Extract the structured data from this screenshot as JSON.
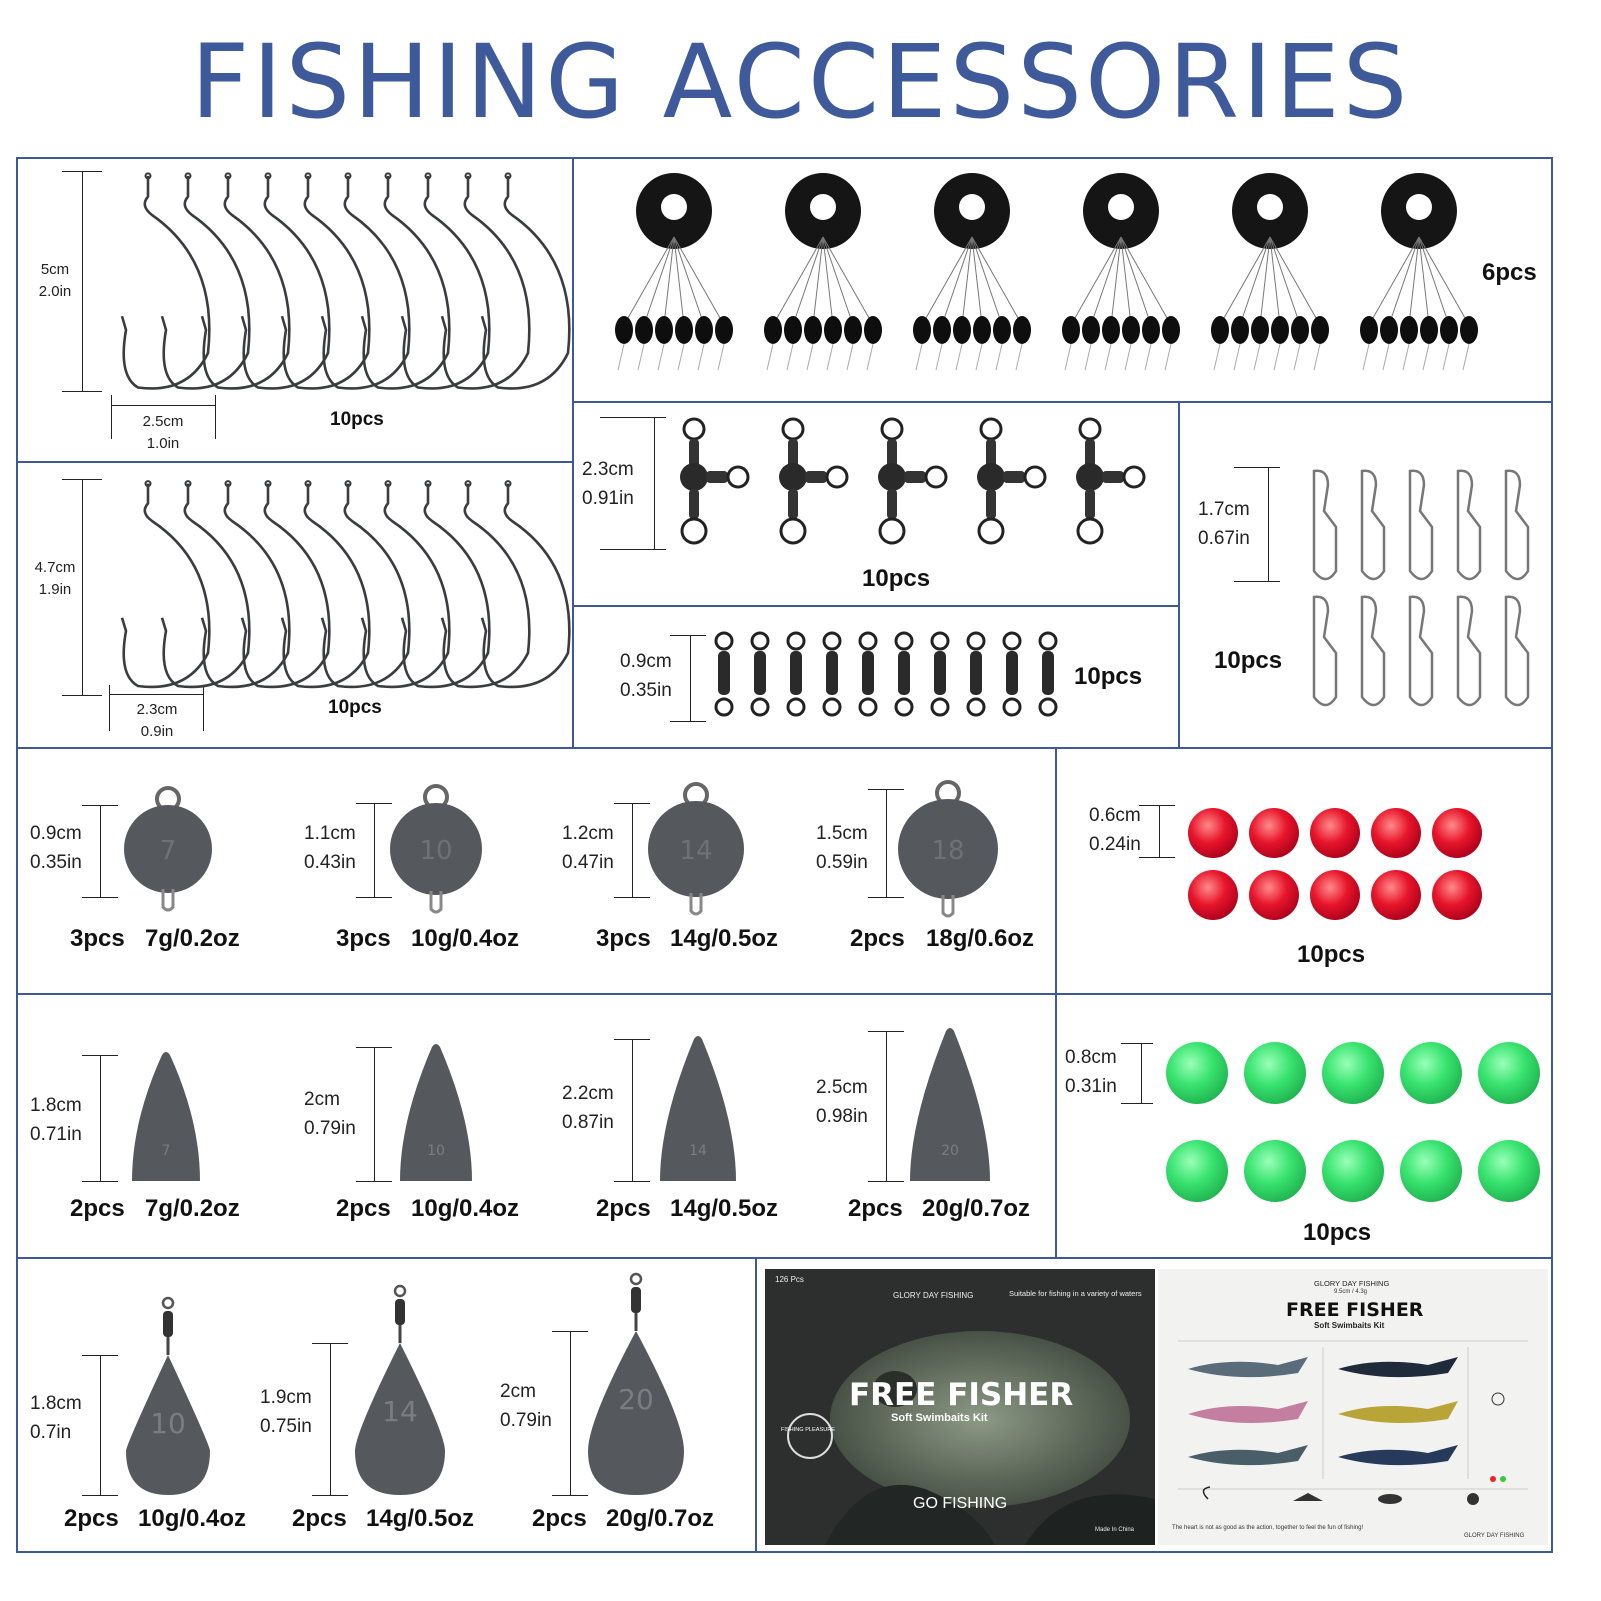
{
  "title": "FISHING ACCESSORIES",
  "colors": {
    "border": "#3f5897",
    "title": "#3e5a9a",
    "red_bead": "#e8152b",
    "green_bead": "#38e36f",
    "lead": "#55585c"
  },
  "hooks_top": {
    "count": "10pcs",
    "height_cm": "5cm",
    "height_in": "2.0in",
    "width_cm": "2.5cm",
    "width_in": "1.0in"
  },
  "hooks_bottom": {
    "count": "10pcs",
    "height_cm": "4.7cm",
    "height_in": "1.9in",
    "width_cm": "2.3cm",
    "width_in": "0.9in"
  },
  "stoppers": {
    "count": "6pcs"
  },
  "three_way_swivels": {
    "count": "10pcs",
    "size_cm": "2.3cm",
    "size_in": "0.91in"
  },
  "rolling_swivels": {
    "count": "10pcs",
    "size_cm": "0.9cm",
    "size_in": "0.35in"
  },
  "snaps": {
    "count": "10pcs",
    "size_cm": "1.7cm",
    "size_in": "0.67in"
  },
  "cheburashka": [
    {
      "count": "3pcs",
      "weight": "7g/0.2oz",
      "size_cm": "0.9cm",
      "size_in": "0.35in",
      "mark": "7"
    },
    {
      "count": "3pcs",
      "weight": "10g/0.4oz",
      "size_cm": "1.1cm",
      "size_in": "0.43in",
      "mark": "10"
    },
    {
      "count": "3pcs",
      "weight": "14g/0.5oz",
      "size_cm": "1.2cm",
      "size_in": "0.47in",
      "mark": "14"
    },
    {
      "count": "2pcs",
      "weight": "18g/0.6oz",
      "size_cm": "1.5cm",
      "size_in": "0.59in",
      "mark": "18"
    }
  ],
  "red_beads": {
    "count": "10pcs",
    "size_cm": "0.6cm",
    "size_in": "0.24in"
  },
  "bullet_weights": [
    {
      "count": "2pcs",
      "weight": "7g/0.2oz",
      "size_cm": "1.8cm",
      "size_in": "0.71in",
      "mark": "7"
    },
    {
      "count": "2pcs",
      "weight": "10g/0.4oz",
      "size_cm": "2cm",
      "size_in": "0.79in",
      "mark": "10"
    },
    {
      "count": "2pcs",
      "weight": "14g/0.5oz",
      "size_cm": "2.2cm",
      "size_in": "0.87in",
      "mark": "14"
    },
    {
      "count": "2pcs",
      "weight": "20g/0.7oz",
      "size_cm": "2.5cm",
      "size_in": "0.98in",
      "mark": "20"
    }
  ],
  "green_beads": {
    "count": "10pcs",
    "size_cm": "0.8cm",
    "size_in": "0.31in"
  },
  "drop_shot": [
    {
      "count": "2pcs",
      "weight": "10g/0.4oz",
      "size_cm": "1.8cm",
      "size_in": "0.7in",
      "mark": "10"
    },
    {
      "count": "2pcs",
      "weight": "14g/0.5oz",
      "size_cm": "1.9cm",
      "size_in": "0.75in",
      "mark": "14"
    },
    {
      "count": "2pcs",
      "weight": "20g/0.7oz",
      "size_cm": "2cm",
      "size_in": "0.79in",
      "mark": "20"
    }
  ],
  "card_front": {
    "pcs": "126 Pcs",
    "brand": "GLORY DAY FISHING",
    "title": "FREE FISHER",
    "subtitle": "Soft Swimbaits Kit",
    "waters": "Suitable for fishing in a variety of waters",
    "go": "GO FISHING",
    "badge": "FISHING PLEASURE",
    "made": "Made In China"
  },
  "card_back": {
    "brand": "GLORY DAY FISHING",
    "size": "9.5cm / 4.3g",
    "title": "FREE FISHER",
    "subtitle": "Soft Swimbaits Kit",
    "footer": "The heart is not as good as the action, together to feel the fun of fishing!",
    "footer_brand": "GLORY DAY FISHING"
  }
}
